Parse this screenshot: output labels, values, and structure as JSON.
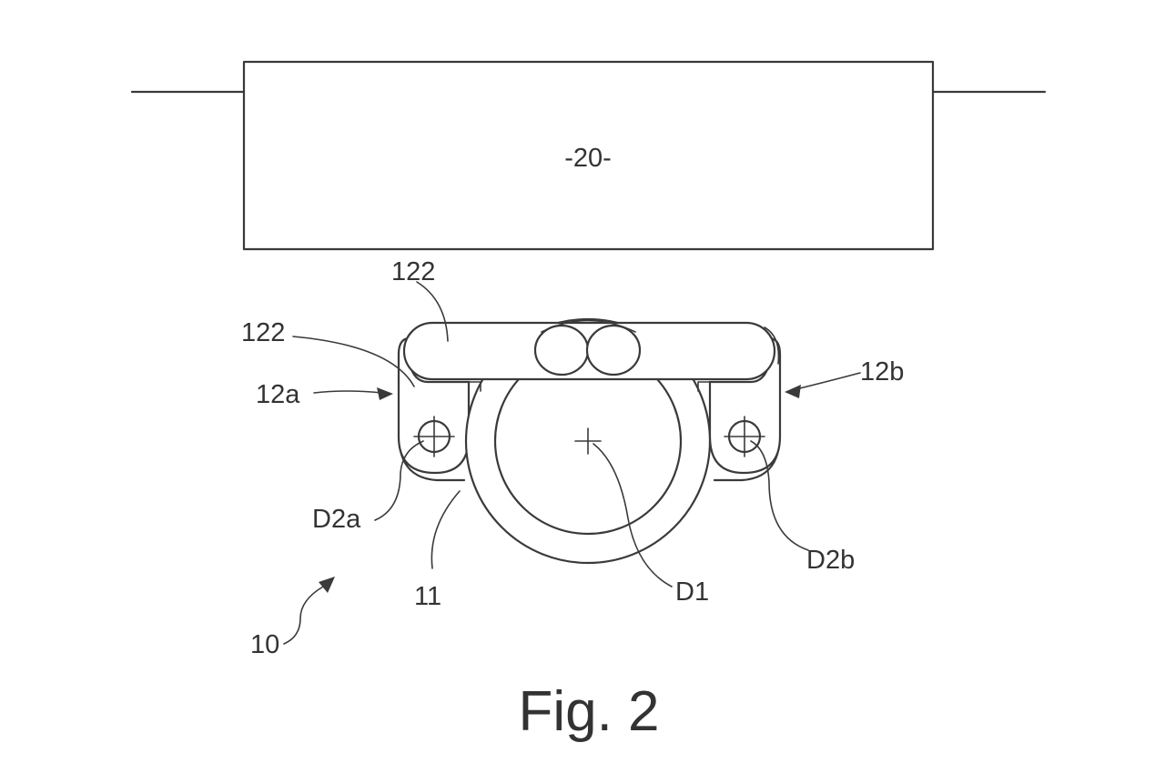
{
  "figure": {
    "caption": "Fig. 2",
    "box_label": "-20-",
    "labels": {
      "upper_122": "122",
      "left_122": "122",
      "left_arm": "12a",
      "right_arm": "12b",
      "left_pivot": "D2a",
      "right_pivot": "D2b",
      "ring": "11",
      "center_axis": "D1",
      "assembly": "10"
    }
  }
}
